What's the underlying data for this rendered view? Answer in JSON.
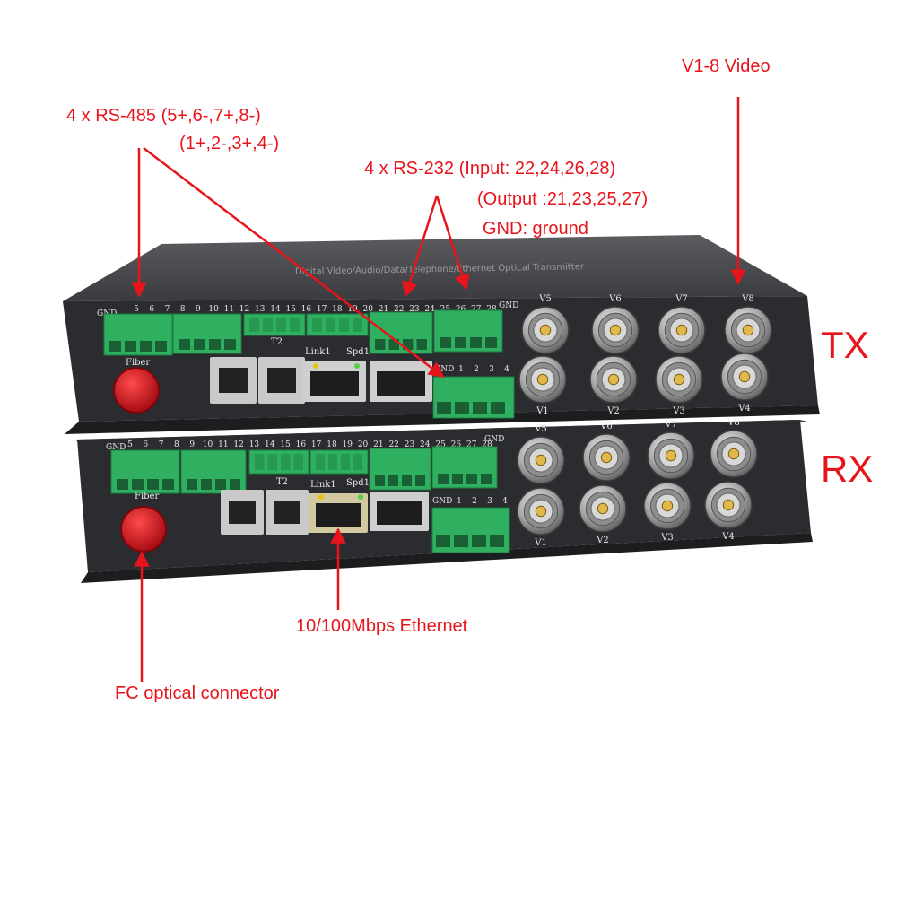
{
  "annotations": {
    "rs485_title": "4 x RS-485 (5+,6-,7+,8-)",
    "rs485_sub": "(1+,2-,3+,4-)",
    "rs232_title": "4 x RS-232 (Input: 22,24,26,28)",
    "rs232_output": "(Output :21,23,25,27)",
    "rs232_gnd": "GND: ground",
    "video": "V1-8 Video",
    "ethernet": "10/100Mbps Ethernet",
    "fc": "FC optical connector",
    "tx": "TX",
    "rx": "RX"
  },
  "device_labels": {
    "top_banner": "Digital Video/Audio/Data/Telephone/Ethernet  Optical Transmitter",
    "gnd": "GND",
    "pin_numbers": [
      "5",
      "6",
      "7",
      "8",
      "9",
      "10",
      "11",
      "12",
      "13",
      "14",
      "15",
      "16",
      "17",
      "18",
      "19",
      "20",
      "21",
      "22",
      "23",
      "24",
      "25",
      "26",
      "27",
      "28"
    ],
    "aux_pins": [
      "1",
      "2",
      "3",
      "4"
    ],
    "t2": "T2",
    "link1": "Link1",
    "spd1": "Spd1",
    "fiber": "Fiber",
    "video_top": [
      "V5",
      "V6",
      "V7",
      "V8"
    ],
    "video_bottom": [
      "V1",
      "V2",
      "V3",
      "V4"
    ]
  },
  "colors": {
    "annotation": "#e8141c",
    "chassis": "#2a2b2e",
    "terminal_green": "#2fb060",
    "fiber_cap": "#d0101a"
  }
}
